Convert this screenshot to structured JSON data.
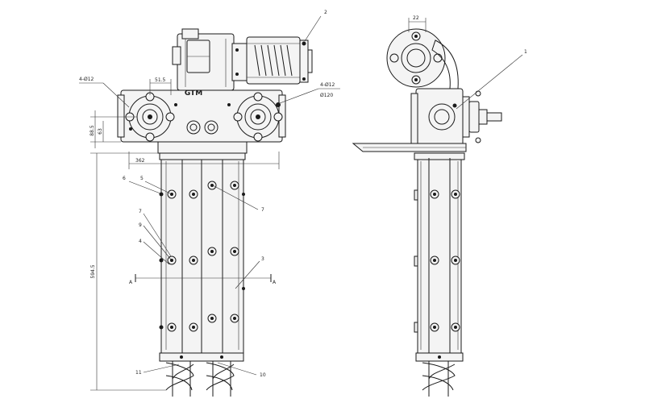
{
  "logo": "GTM",
  "dimensions": {
    "d_51_5": "51.5",
    "d_88_5": "88.5",
    "d_63": "63",
    "d_362": "362",
    "d_594_5": "594.5",
    "d_22": "22"
  },
  "specs": {
    "left_holes": "4-Ø12",
    "right_holes": "4-Ø12",
    "right_pcd": "Ø120"
  },
  "section_marks": {
    "left": "A",
    "right": "A"
  },
  "callouts": {
    "c2": "2",
    "c6": "6",
    "c5": "5",
    "c7a": "7",
    "c7b": "7",
    "c9": "9",
    "c4": "4",
    "c3": "3",
    "c11": "11",
    "c10": "10",
    "c1": "1"
  }
}
